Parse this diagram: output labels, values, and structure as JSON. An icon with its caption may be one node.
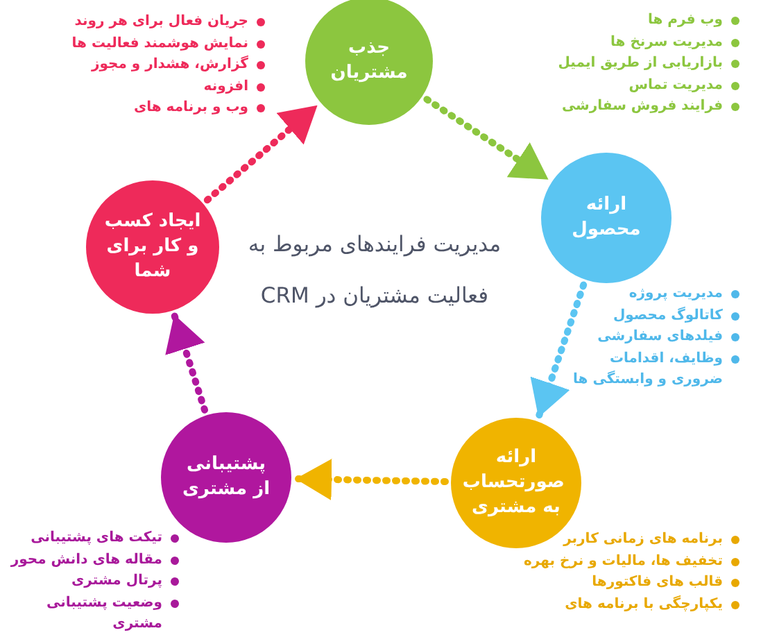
{
  "diagram": {
    "title": "مدیریت فرایندهای مربوط به فعالیت مشتریان در CRM",
    "nodes": [
      {
        "text": [
          "جذب مشتریان"
        ],
        "beside": [
          "وب فرم ها",
          "مدیریت سرنخ ها",
          "بازاریابی از طریق ایمیل",
          "مدیریت تماس",
          "فرایند فروش سفارشی"
        ]
      },
      {
        "text": [
          "ارائه محصول"
        ],
        "beside": [
          "مدیریت پروژه",
          "کاتالوگ محصول",
          "فیلدهای سفارشی",
          "وظایف، اقدامات ضروری و وابستگی ها"
        ]
      },
      {
        "text": [
          "ارائه صورتحساب به مشتری"
        ],
        "beside": [
          "برنامه های زمانی کاربر",
          "تخفیف ها، مالیات و نرخ بهره",
          "قالب های فاکتورها",
          "یکپارچگی با برنامه های"
        ]
      },
      {
        "text": [
          "پشتیبانی از مشتری"
        ],
        "beside": [
          "تیکت های پشتیبانی",
          "مقاله های دانش محور",
          "پرتال مشتری",
          "وضعیت پشتیبانی مشتری"
        ]
      },
      {
        "text": [
          "ایجاد کسب و کار برای شما"
        ],
        "beside": [
          "جریان فعال برای هر روند",
          "نمایش هوشمند فعالیت ها",
          "گزارش، هشدار و مجوز",
          "افزونه",
          "وب و برنامه های"
        ]
      }
    ],
    "edges": [
      {
        "from": 0,
        "to": 1,
        "arrow": "to",
        "color": "#8cc63f"
      },
      {
        "from": 1,
        "to": 2,
        "arrow": "to",
        "color": "#5bc5f2"
      },
      {
        "from": 2,
        "to": 3,
        "arrow": "to",
        "color": "#f0b400"
      },
      {
        "from": 3,
        "to": 4,
        "arrow": "to",
        "color": "#b0179e"
      },
      {
        "from": 4,
        "to": 0,
        "arrow": "to",
        "color": "#ee2a5a"
      }
    ]
  }
}
